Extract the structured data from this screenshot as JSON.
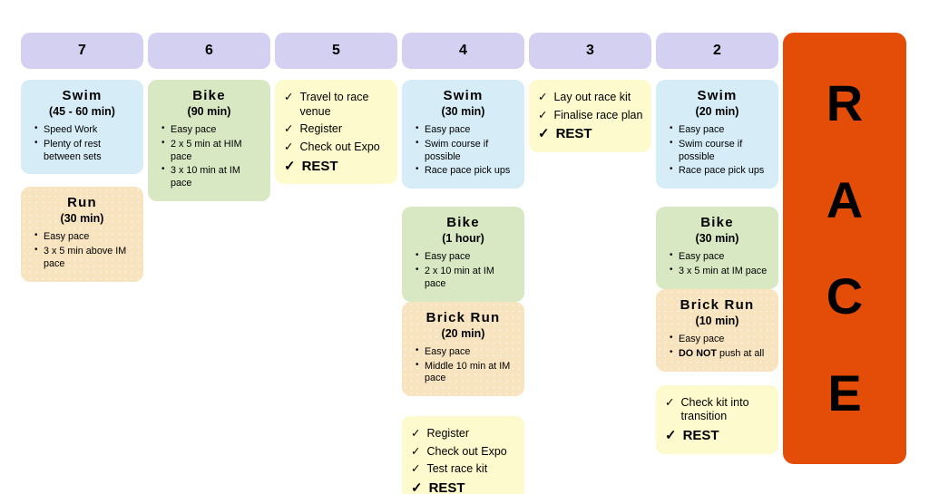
{
  "icons": {
    "check": "✓"
  },
  "colors": {
    "day_header_bg": "#d4d0f1",
    "swim_card_bg": "#d6edf8",
    "bike_card_bg": "#d7e8c2",
    "run_card_bg": "#f8e3bf",
    "checklist_card_bg": "#fdfacd",
    "race_bg": "#e34d08",
    "text": "#000000"
  },
  "columns": [
    {
      "day": "7",
      "cards": [
        {
          "kind": "workout",
          "title": "Swim",
          "duration": "(45 - 60 min)",
          "bullets": [
            "Speed Work",
            "Plenty of rest between sets"
          ]
        },
        {
          "kind": "workout",
          "title": "Run",
          "duration": "(30 min)",
          "bullets": [
            "Easy pace",
            "3 x 5 min above IM pace"
          ]
        }
      ]
    },
    {
      "day": "6",
      "cards": [
        {
          "kind": "workout",
          "title": "Bike",
          "duration": "(90 min)",
          "bullets": [
            "Easy pace",
            "2 x 5 min at HIM pace",
            "3 x 10 min at IM pace"
          ]
        }
      ]
    },
    {
      "day": "5",
      "cards": [
        {
          "kind": "checklist",
          "items": [
            {
              "label": "Travel to race venue",
              "strong": false
            },
            {
              "label": "Register",
              "strong": false
            },
            {
              "label": "Check out Expo",
              "strong": false
            },
            {
              "label": "REST",
              "strong": true
            }
          ]
        }
      ]
    },
    {
      "day": "4",
      "cards": [
        {
          "kind": "workout",
          "title": "Swim",
          "duration": "(30 min)",
          "bullets": [
            "Easy pace",
            "Swim course if possible",
            "Race pace pick ups"
          ]
        },
        {
          "kind": "workout",
          "title": "Bike",
          "duration": "(1 hour)",
          "bullets": [
            "Easy pace",
            "2 x 10 min at IM pace"
          ]
        },
        {
          "kind": "workout",
          "title": "Brick Run",
          "duration": "(20 min)",
          "bullets": [
            "Easy pace",
            "Middle 10 min at IM pace"
          ]
        },
        {
          "kind": "checklist",
          "items": [
            {
              "label": "Register",
              "strong": false
            },
            {
              "label": "Check out Expo",
              "strong": false
            },
            {
              "label": "Test race kit",
              "strong": false
            },
            {
              "label": "REST",
              "strong": true
            }
          ]
        }
      ]
    },
    {
      "day": "3",
      "cards": [
        {
          "kind": "checklist",
          "items": [
            {
              "label": "Lay out race kit",
              "strong": false
            },
            {
              "label": "Finalise race plan",
              "strong": false
            },
            {
              "label": "REST",
              "strong": true
            }
          ]
        }
      ]
    },
    {
      "day": "2",
      "cards": [
        {
          "kind": "workout",
          "title": "Swim",
          "duration": "(20 min)",
          "bullets": [
            "Easy pace",
            "Swim course if possible",
            "Race pace pick ups"
          ]
        },
        {
          "kind": "workout",
          "title": "Bike",
          "duration": "(30 min)",
          "bullets": [
            "Easy pace",
            "3 x 5 min at IM pace"
          ]
        },
        {
          "kind": "workout",
          "title": "Brick Run",
          "duration": "(10 min)",
          "bullets": [
            "Easy pace"
          ],
          "warning": {
            "bold": "DO NOT",
            "rest": "push at all"
          }
        },
        {
          "kind": "checklist",
          "items": [
            {
              "label": "Check kit into transition",
              "strong": false
            },
            {
              "label": "REST",
              "strong": true
            }
          ]
        }
      ]
    }
  ],
  "race": {
    "letters": [
      "R",
      "A",
      "C",
      "E"
    ]
  }
}
